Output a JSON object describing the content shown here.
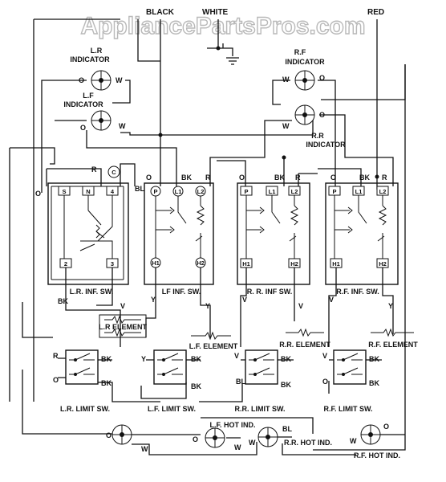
{
  "watermark": "AppliancePartsPros.com",
  "supply": {
    "black": "BLACK",
    "white": "WHITE",
    "red": "RED"
  },
  "indicators": {
    "lr": {
      "line1": "L.R",
      "line2": "INDICATOR",
      "o": "O",
      "w": "W"
    },
    "lf": {
      "line1": "L.F",
      "line2": "INDICATOR",
      "o": "O",
      "w": "W"
    },
    "rf": {
      "line1": "R.F",
      "line2": "INDICATOR",
      "o": "O",
      "w": "W"
    },
    "rr": {
      "line1": "R.R",
      "line2": "INDICATOR",
      "o": "O",
      "w": "W"
    }
  },
  "switches": {
    "lr": {
      "label": "L.R. INF. SW.",
      "t_s": "S",
      "t_n": "N",
      "t_4": "4",
      "t_2": "2",
      "t_3": "3"
    },
    "lf": {
      "label": "LF INF. SW.",
      "p": "P",
      "l1": "L1",
      "l2": "L2",
      "h1": "H1",
      "h2": "H2"
    },
    "rr": {
      "label": "R. R. INF SW.",
      "p": "P",
      "l1": "L1",
      "l2": "L2",
      "h1": "H1",
      "h2": "H2"
    },
    "rf": {
      "label": "R.F. INF. SW.",
      "p": "P",
      "l1": "L1",
      "l2": "L2",
      "h1": "H1",
      "h2": "H2"
    }
  },
  "elements": {
    "lr": "L.R ELEMENT",
    "lf": "L.F. ELEMENT",
    "rr": "R.R. ELEMENT",
    "rf": "R.F. ELEMENT"
  },
  "limit_switches": {
    "lr": "L.R. LIMIT SW.",
    "lf": "L.F. LIMIT SW.",
    "rr": "R.R. LIMIT SW.",
    "rf": "R.F. LIMIT SW."
  },
  "hot_indicators": {
    "lf": "L.F. HOT IND.",
    "rr": "R.R. HOT IND.",
    "rf": "R.F. HOT IND."
  },
  "wire_labels": {
    "o": "O",
    "r": "R",
    "bk": "BK",
    "bl": "BL",
    "y": "Y",
    "v": "V",
    "w": "W",
    "c": "C"
  }
}
